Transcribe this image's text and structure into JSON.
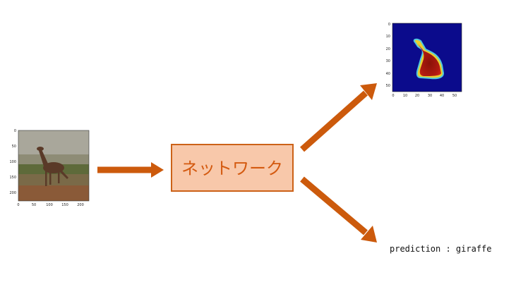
{
  "network": {
    "label": "ネットワーク",
    "fill": "#f8c8aa",
    "stroke": "#cc6218",
    "text_color": "#d45a10"
  },
  "arrow_color": "#cc5a0c",
  "input_image": {
    "x_ticks": [
      "0",
      "50",
      "100",
      "150",
      "200"
    ],
    "y_ticks": [
      "0",
      "50",
      "100",
      "150",
      "200"
    ]
  },
  "heatmap": {
    "x_ticks": [
      "0",
      "10",
      "20",
      "30",
      "40",
      "50"
    ],
    "y_ticks": [
      "0",
      "10",
      "20",
      "30",
      "40",
      "50"
    ],
    "background": "#0b0b8c",
    "blob": "#a01810"
  },
  "prediction": {
    "text": "prediction : giraffe"
  }
}
